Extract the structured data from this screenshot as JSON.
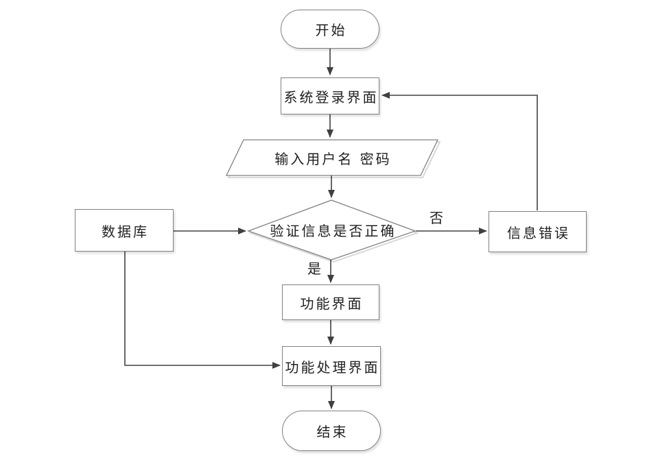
{
  "diagram": {
    "type": "flowchart",
    "colors": {
      "background": "#ffffff",
      "shape_fill": "#ffffff",
      "shape_border": "#808080",
      "arrow": "#404040",
      "text": "#212121",
      "shadow": "#d8d8d8"
    },
    "nodes": {
      "start": {
        "label": "开始",
        "shape": "terminator"
      },
      "login": {
        "label": "系统登录界面",
        "shape": "process"
      },
      "input": {
        "label": "输入用户名 密码",
        "shape": "data-parallelogram"
      },
      "verify": {
        "label": "验证信息是否正确",
        "shape": "decision"
      },
      "database": {
        "label": "数据库",
        "shape": "process"
      },
      "error": {
        "label": "信息错误",
        "shape": "process"
      },
      "function_ui": {
        "label": "功能界面",
        "shape": "process"
      },
      "function_process": {
        "label": "功能处理界面",
        "shape": "process"
      },
      "end": {
        "label": "结束",
        "shape": "terminator"
      }
    },
    "edge_labels": {
      "no": "否",
      "yes": "是"
    },
    "edges": [
      {
        "from": "start",
        "to": "login",
        "label": ""
      },
      {
        "from": "login",
        "to": "input",
        "label": ""
      },
      {
        "from": "input",
        "to": "verify",
        "label": ""
      },
      {
        "from": "database",
        "to": "verify",
        "label": ""
      },
      {
        "from": "verify",
        "to": "error",
        "label": "否"
      },
      {
        "from": "error",
        "to": "login",
        "label": ""
      },
      {
        "from": "verify",
        "to": "function_ui",
        "label": "是"
      },
      {
        "from": "function_ui",
        "to": "function_process",
        "label": ""
      },
      {
        "from": "database",
        "to": "function_process",
        "label": ""
      },
      {
        "from": "function_process",
        "to": "end",
        "label": ""
      }
    ]
  }
}
